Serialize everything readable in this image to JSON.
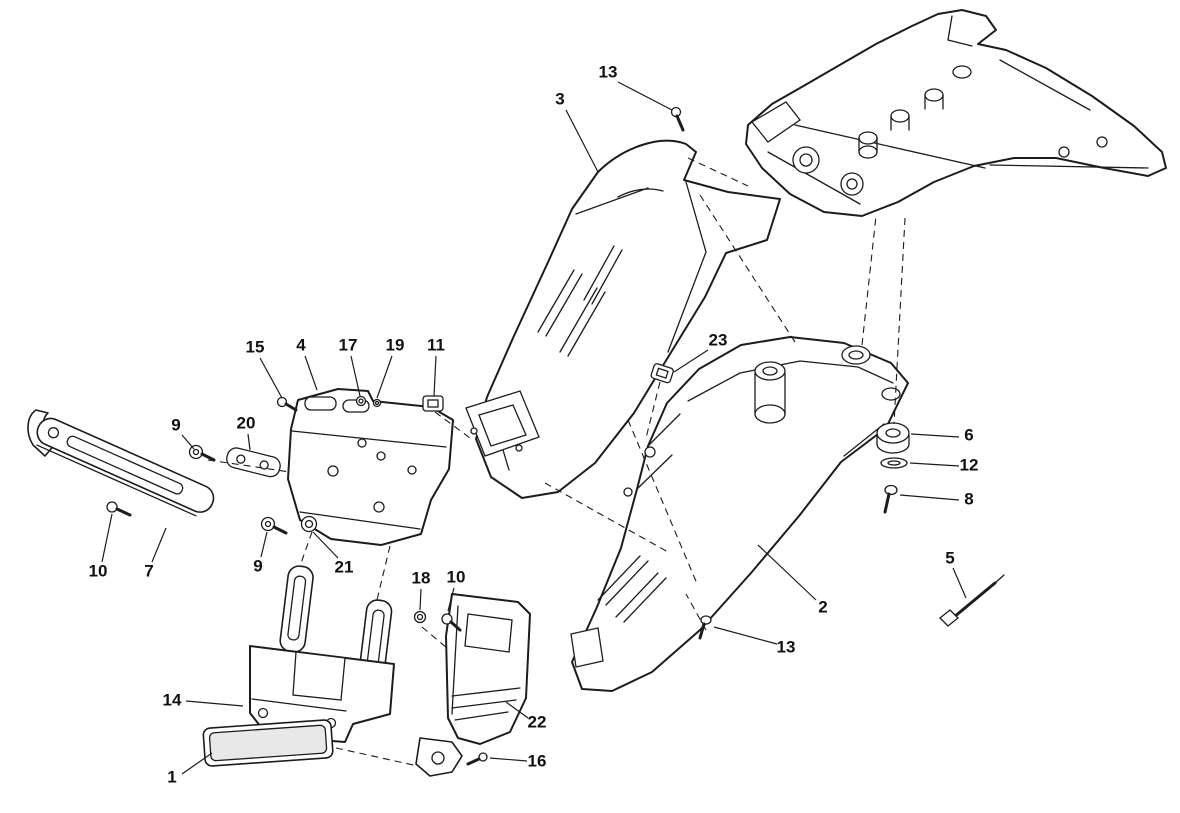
{
  "page": {
    "background_color": "#ffffff",
    "ink_color": "#1c1c1c"
  },
  "diagram": {
    "type": "exploded-parts-diagram",
    "subject": "plate-holder-and-rear-mudguard-assembly",
    "callouts": [
      {
        "label": "13",
        "part": "screw-upper"
      },
      {
        "label": "3",
        "part": "rear-mudguard-upper"
      },
      {
        "label": "23",
        "part": "clip-nut"
      },
      {
        "label": "15",
        "part": "screw"
      },
      {
        "label": "4",
        "part": "plate-holder-bracket"
      },
      {
        "label": "17",
        "part": "washer"
      },
      {
        "label": "19",
        "part": "washer-small"
      },
      {
        "label": "11",
        "part": "clip"
      },
      {
        "label": "9",
        "part": "flanged-screw-upper"
      },
      {
        "label": "20",
        "part": "spacer-plate"
      },
      {
        "label": "10",
        "part": "screw-left"
      },
      {
        "label": "7",
        "part": "side-bracket"
      },
      {
        "label": "9",
        "part": "flanged-screw-lower"
      },
      {
        "label": "21",
        "part": "washer-large"
      },
      {
        "label": "18",
        "part": "washer"
      },
      {
        "label": "10",
        "part": "screw-right"
      },
      {
        "label": "14",
        "part": "plate-holder"
      },
      {
        "label": "1",
        "part": "reflector"
      },
      {
        "label": "22",
        "part": "support-bracket"
      },
      {
        "label": "16",
        "part": "screw-small"
      },
      {
        "label": "2",
        "part": "rear-mudguard-lower"
      },
      {
        "label": "13",
        "part": "screw-lower"
      },
      {
        "label": "6",
        "part": "rubber-grommet"
      },
      {
        "label": "12",
        "part": "flat-washer"
      },
      {
        "label": "8",
        "part": "grommet-screw"
      },
      {
        "label": "5",
        "part": "cable-tie"
      }
    ]
  }
}
